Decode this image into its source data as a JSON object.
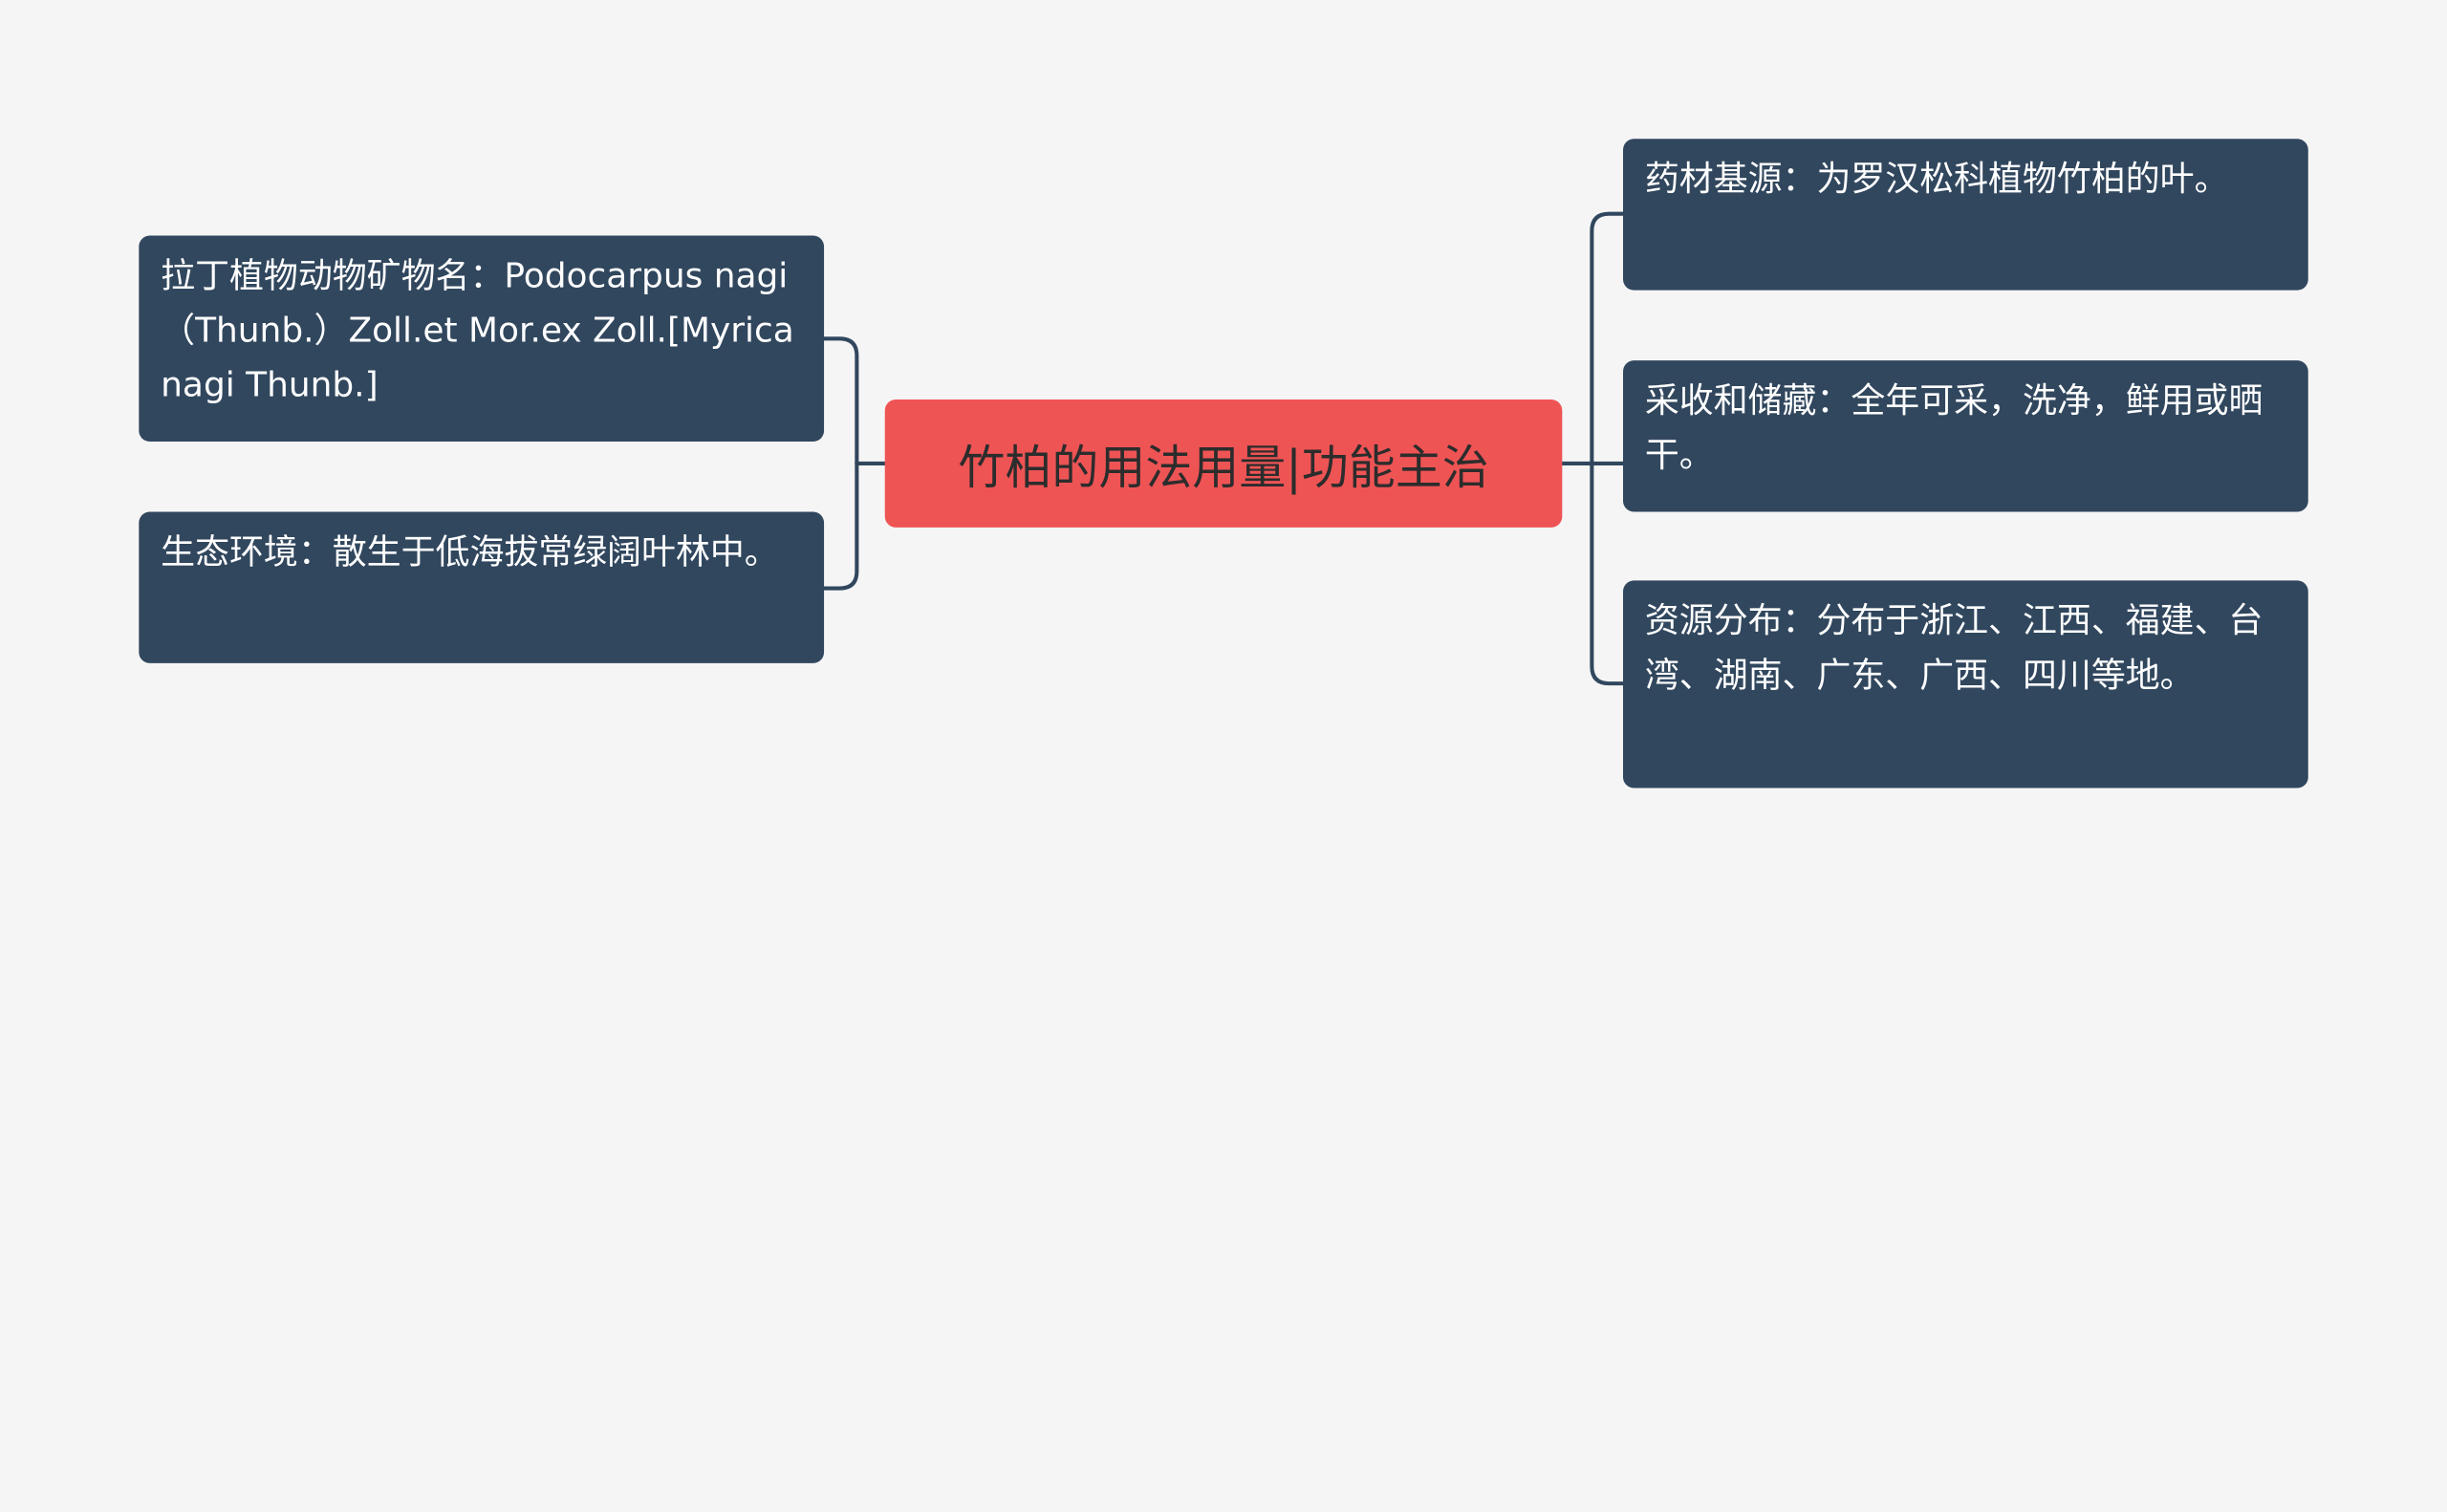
{
  "mindmap": {
    "root": {
      "label": "竹柏的用法用量|功能主治",
      "color": "#ef5455"
    },
    "left_branches": [
      {
        "text": "拉丁植物动物矿物名：Podocarpus nagi（Thunb.）Zoll.et Mor.ex Zoll.[Myrica nagi Thunb.]"
      },
      {
        "text": "生态环境：散生于低海拔常绿阔叶林中。"
      }
    ],
    "right_branches": [
      {
        "text": "药材基源：为罗汉松科植物竹柏的叶。"
      },
      {
        "text": "采收和储藏：全年可采，洗净，鲜用或晒干。"
      },
      {
        "text": "资源分布：分布于浙江、江西、福建、台湾、湖南、广东、广西、四川等地。"
      }
    ],
    "colors": {
      "background": "#f5f5f5",
      "node": "#31475e",
      "node_text": "#ffffff",
      "root_text": "#2c2c2c",
      "connector": "#31475e"
    }
  }
}
